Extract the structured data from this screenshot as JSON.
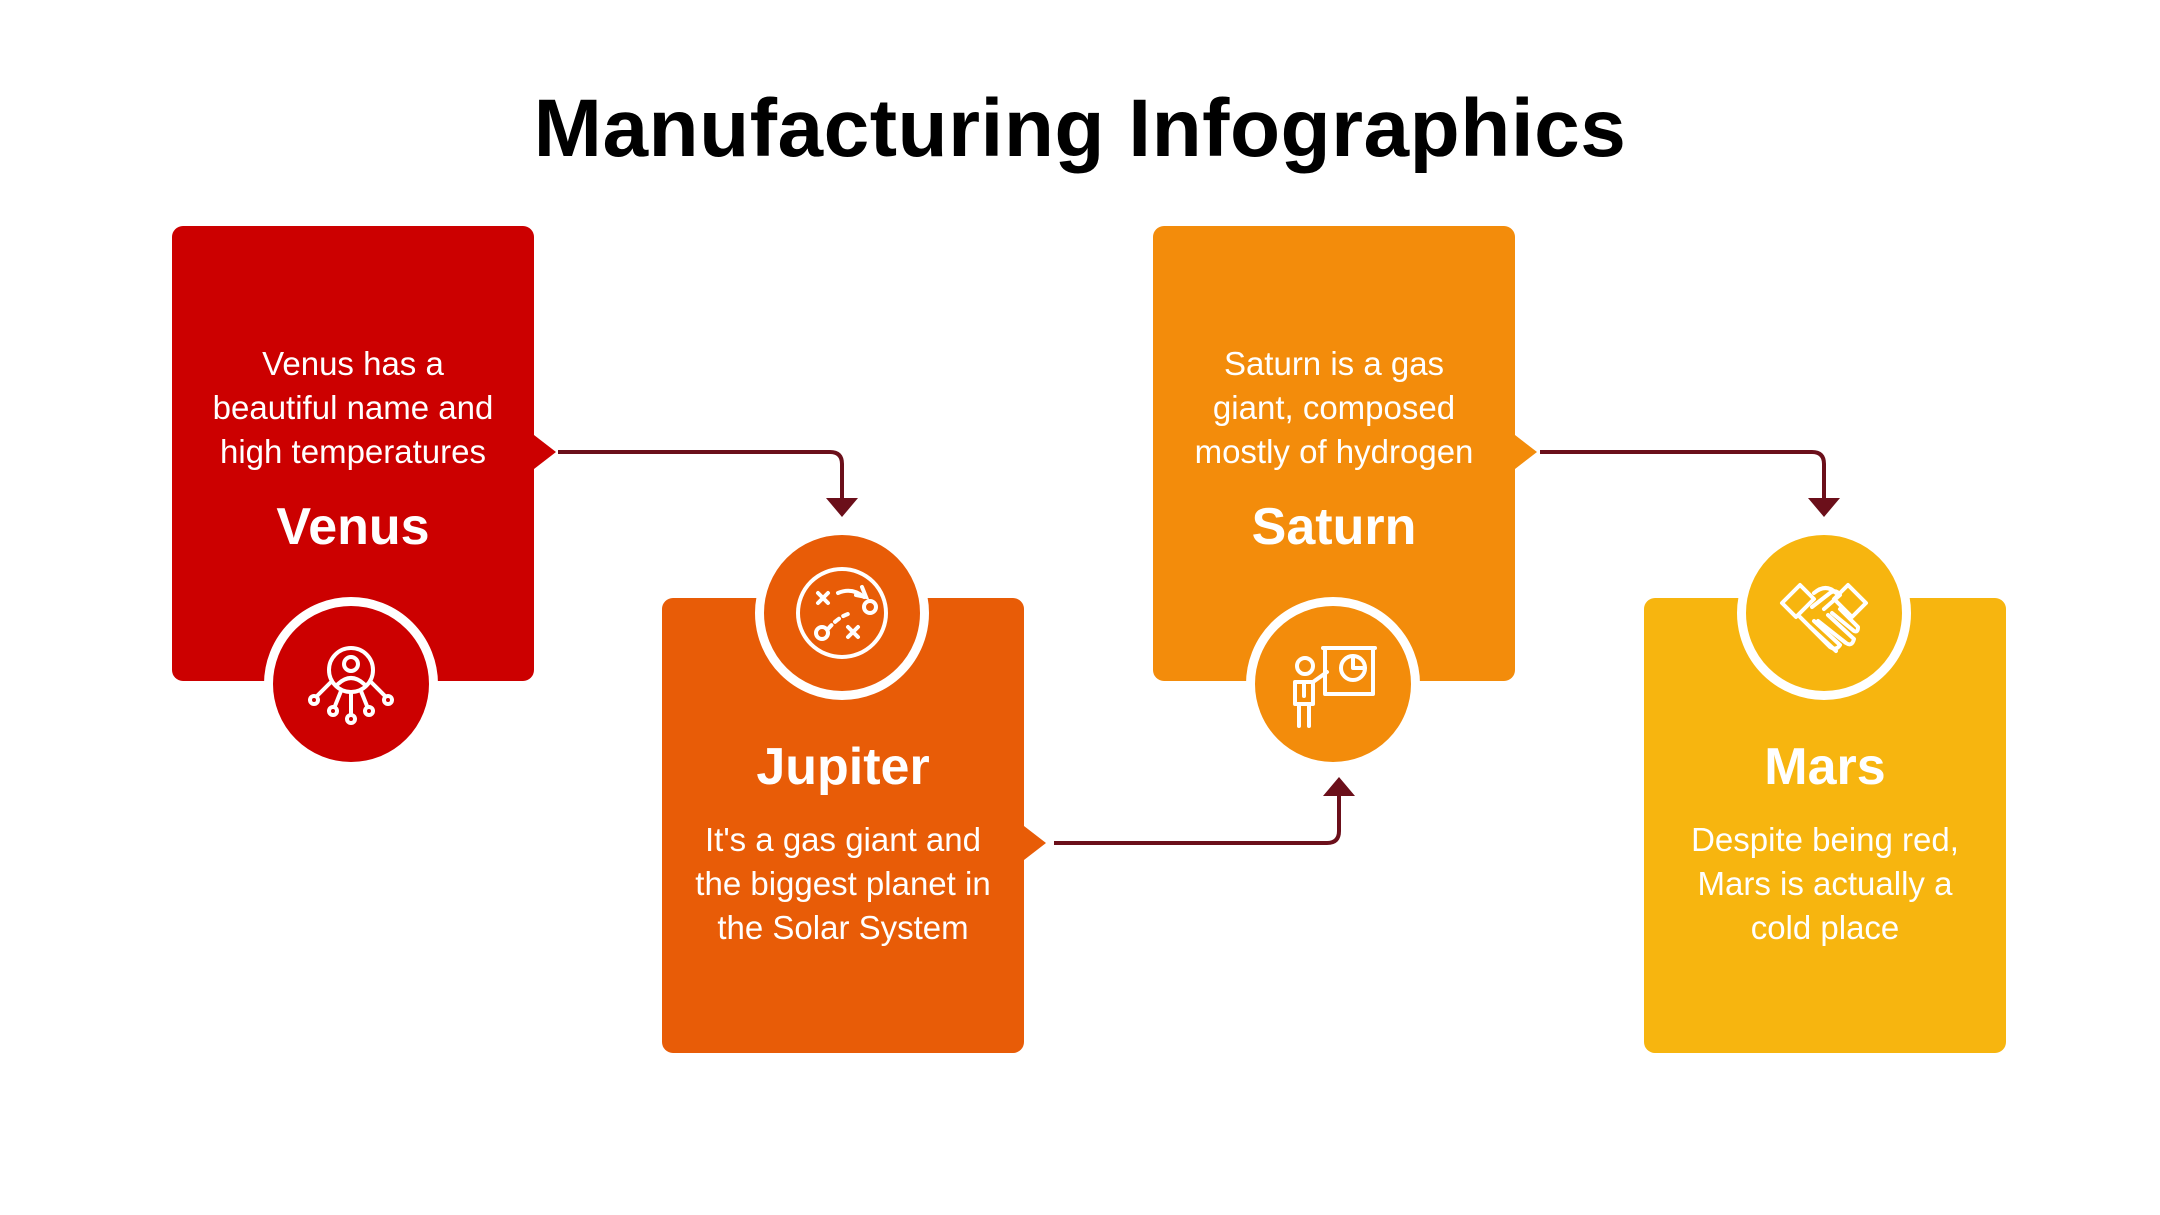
{
  "title": "Manufacturing Infographics",
  "colors": {
    "venus": "#CC0000",
    "jupiter": "#E85C07",
    "saturn": "#F38C0B",
    "mars": "#F7B50F",
    "connector": "#6B0F1A"
  },
  "steps": [
    {
      "name": "Venus",
      "description": [
        "Venus has a",
        "beautiful name and",
        "high temperatures"
      ],
      "icon": "person-network-icon"
    },
    {
      "name": "Jupiter",
      "description": [
        "It's a gas giant and",
        "the biggest planet in",
        "the Solar System"
      ],
      "icon": "strategy-play-icon"
    },
    {
      "name": "Saturn",
      "description": [
        "Saturn is a gas",
        "giant, composed",
        "mostly of hydrogen"
      ],
      "icon": "presentation-icon"
    },
    {
      "name": "Mars",
      "description": [
        "Despite being red,",
        "Mars is actually a",
        "cold place"
      ],
      "icon": "handshake-icon"
    }
  ]
}
